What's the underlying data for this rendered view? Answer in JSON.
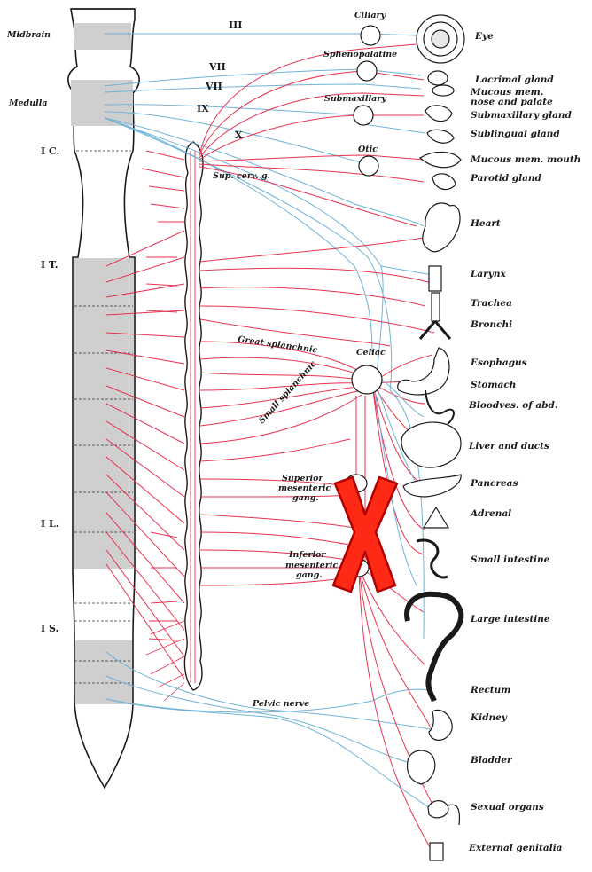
{
  "cord_labels": {
    "midbrain": "Midbrain",
    "medulla": "Medulla",
    "cervical": "I C.",
    "thoracic": "I T.",
    "lumbar": "I L.",
    "sacral": "I S."
  },
  "cranial_nerves": {
    "iii": "III",
    "vii_a": "VII",
    "vii_b": "VII",
    "ix": "IX",
    "x": "X"
  },
  "ganglia": {
    "ciliary": "Ciliary",
    "sphenopalatine": "Sphenopalatine",
    "submaxillary": "Submaxillary",
    "otic": "Otic",
    "sup_cerv": "Sup. cerv. g.",
    "great_splanchnic": "Great splanchnic",
    "small_splanchnic": "Small splanchnic",
    "celiac": "Celiac",
    "sup_mesenteric_1": "Superior",
    "sup_mesenteric_2": "mesenteric",
    "sup_mesenteric_3": "gang.",
    "inf_mesenteric_1": "Inferior",
    "inf_mesenteric_2": "mesenteric",
    "inf_mesenteric_3": "gang.",
    "pelvic_nerve": "Pelvic nerve"
  },
  "organs": [
    {
      "id": "eye",
      "label": "Eye"
    },
    {
      "id": "lacrimal",
      "label": "Lacrimal gland"
    },
    {
      "id": "mucous_nose_1",
      "label": "Mucous mem."
    },
    {
      "id": "mucous_nose_2",
      "label": "nose and palate"
    },
    {
      "id": "submaxillary_gland",
      "label": "Submaxillary gland"
    },
    {
      "id": "sublingual",
      "label": "Sublingual gland"
    },
    {
      "id": "mucous_mouth",
      "label": "Mucous mem. mouth"
    },
    {
      "id": "parotid",
      "label": "Parotid gland"
    },
    {
      "id": "heart",
      "label": "Heart"
    },
    {
      "id": "larynx",
      "label": "Larynx"
    },
    {
      "id": "trachea",
      "label": "Trachea"
    },
    {
      "id": "bronchi",
      "label": "Bronchi"
    },
    {
      "id": "esophagus",
      "label": "Esophagus"
    },
    {
      "id": "stomach",
      "label": "Stomach"
    },
    {
      "id": "bloodves",
      "label": "Bloodves. of abd."
    },
    {
      "id": "liver",
      "label": "Liver and ducts"
    },
    {
      "id": "pancreas",
      "label": "Pancreas"
    },
    {
      "id": "adrenal",
      "label": "Adrenal"
    },
    {
      "id": "small_int",
      "label": "Small intestine"
    },
    {
      "id": "large_int",
      "label": "Large intestine"
    },
    {
      "id": "rectum",
      "label": "Rectum"
    },
    {
      "id": "kidney",
      "label": "Kidney"
    },
    {
      "id": "bladder",
      "label": "Bladder"
    },
    {
      "id": "sexual",
      "label": "Sexual organs"
    },
    {
      "id": "ext_genitalia",
      "label": "External genitalia"
    }
  ],
  "colors": {
    "sympathetic": "#e8334f",
    "parasympathetic": "#6fb3d6",
    "shaded_segment": "#cfcfcf",
    "overlay_x": "#ff2a16"
  }
}
